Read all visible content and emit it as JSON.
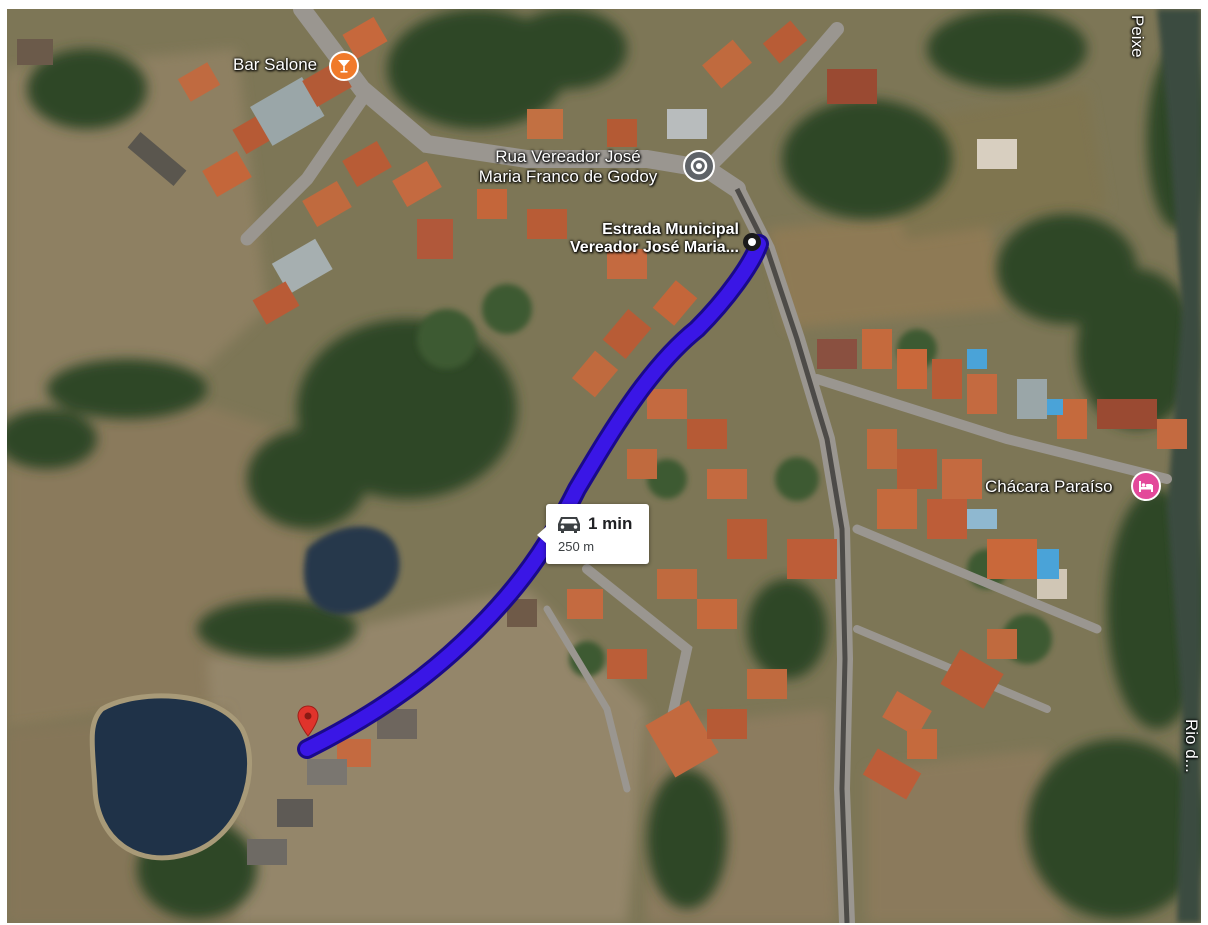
{
  "map": {
    "view": "satellite",
    "route_color": "#3a16e6",
    "route_outline_color": "#1a0a8a"
  },
  "places": {
    "bar_salone": {
      "label": "Bar Salone",
      "icon": "cocktail-icon",
      "pin_color": "#f07a2a"
    },
    "chacara_paraiso": {
      "label": "Chácara Paraíso",
      "icon": "hotel-bed-icon",
      "pin_color": "#e3489a"
    }
  },
  "route": {
    "origin": {
      "label_line1": "Estrada Municipal",
      "label_line2": "Vereador José Maria...",
      "icon": "route-origin-dot-icon"
    },
    "destination": {
      "icon": "destination-pin-icon",
      "pin_color": "#e0332b"
    },
    "duration": "1 min",
    "distance": "250 m",
    "mode_icon": "car-icon"
  },
  "streets": {
    "rua_vereador": {
      "line1": "Rua Vereador José",
      "line2": "Maria Franco de Godoy",
      "icon": "location-marker-icon"
    }
  },
  "edge_labels": {
    "top_right": "Peixe",
    "right": "Rio d..."
  }
}
